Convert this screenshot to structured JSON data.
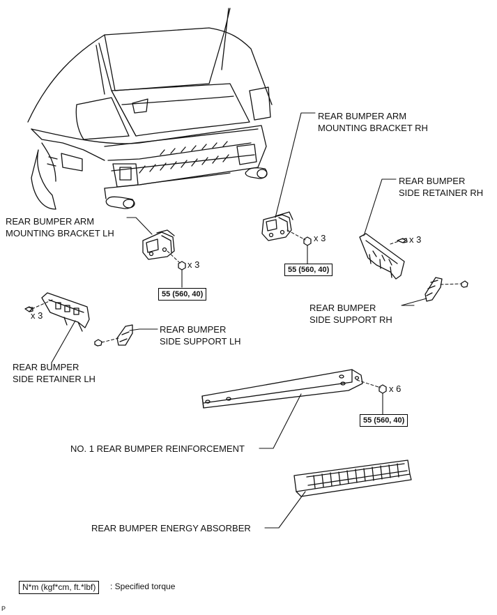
{
  "labels": {
    "arm_bracket_rh": [
      "REAR BUMPER ARM",
      "MOUNTING BRACKET RH"
    ],
    "side_retainer_rh": [
      "REAR BUMPER",
      "SIDE RETAINER RH"
    ],
    "arm_bracket_lh": [
      "REAR BUMPER ARM",
      "MOUNTING BRACKET LH"
    ],
    "side_support_rh": [
      "REAR BUMPER",
      "SIDE SUPPORT RH"
    ],
    "side_support_lh": [
      "REAR BUMPER",
      "SIDE SUPPORT LH"
    ],
    "side_retainer_lh": [
      "REAR BUMPER",
      "SIDE RETAINER LH"
    ],
    "reinforcement": "NO. 1 REAR BUMPER REINFORCEMENT",
    "energy_absorber": "REAR BUMPER ENERGY ABSORBER"
  },
  "multipliers": {
    "rh_bracket": "x 3",
    "lh_bracket": "x 3",
    "rh_retainer": "x 3",
    "lh_retainer": "x 3",
    "reinforcement": "x 6"
  },
  "torques": {
    "rh_bracket": "55 (560, 40)",
    "lh_bracket": "55 (560, 40)",
    "reinforcement": "55 (560, 40)"
  },
  "legend": {
    "box": "N*m (kgf*cm, ft.*lbf)",
    "text": ": Specified torque"
  },
  "corner_mark": "P"
}
